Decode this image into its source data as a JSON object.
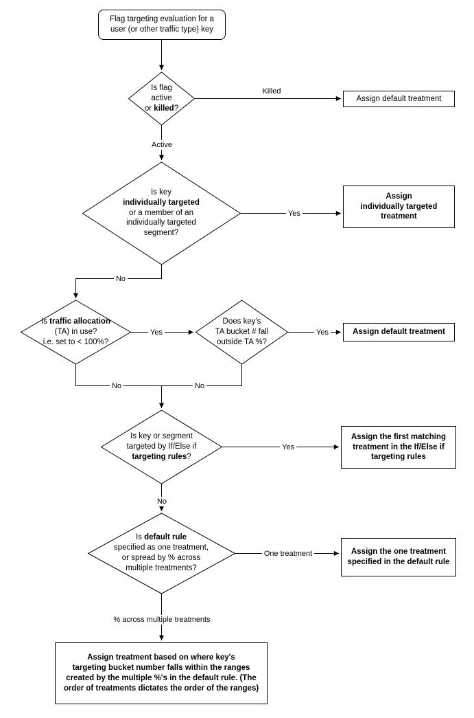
{
  "colors": {
    "stroke": "#000000",
    "node_fill": "#ffffff",
    "text": "#000000"
  },
  "nodes": {
    "start": {
      "lines": [
        [
          {
            "t": "Flag targeting evaluation for a"
          }
        ],
        [
          {
            "t": "user (or other traffic type) key"
          }
        ]
      ]
    },
    "flag_active_decision": {
      "lines": [
        [
          {
            "t": "Is flag"
          }
        ],
        [
          {
            "t": "active"
          }
        ],
        [
          {
            "t": "or "
          },
          {
            "t": "killed",
            "b": true
          },
          {
            "t": "?"
          }
        ]
      ]
    },
    "assign_default_killed": {
      "lines": [
        [
          {
            "t": "Assign default treatment"
          }
        ]
      ]
    },
    "individually_targeted_decision": {
      "lines": [
        [
          {
            "t": "Is key"
          }
        ],
        [
          {
            "t": "individually targeted",
            "b": true
          }
        ],
        [
          {
            "t": "or a member of an"
          }
        ],
        [
          {
            "t": "individually targeted"
          }
        ],
        [
          {
            "t": "segment?"
          }
        ]
      ]
    },
    "assign_individually_targeted": {
      "lines": [
        [
          {
            "t": "Assign",
            "b": true
          }
        ],
        [
          {
            "t": "individually targeted",
            "b": true
          }
        ],
        [
          {
            "t": "treatment",
            "b": true
          }
        ]
      ]
    },
    "traffic_allocation_decision": {
      "lines": [
        [
          {
            "t": "Is "
          },
          {
            "t": "traffic allocation",
            "b": true
          }
        ],
        [
          {
            "t": "(TA) in use?"
          }
        ],
        [
          {
            "t": "i.e. set to < 100%?"
          }
        ]
      ]
    },
    "ta_bucket_decision": {
      "lines": [
        [
          {
            "t": "Does key's"
          }
        ],
        [
          {
            "t": "TA bucket # fall"
          }
        ],
        [
          {
            "t": "outside TA %?"
          }
        ]
      ]
    },
    "assign_default_ta": {
      "lines": [
        [
          {
            "t": "Assign default treatment",
            "b": true
          }
        ]
      ]
    },
    "targeting_rules_decision": {
      "lines": [
        [
          {
            "t": "Is key or segment"
          }
        ],
        [
          {
            "t": "targeted by If/Else if"
          }
        ],
        [
          {
            "t": "targeting rules",
            "b": true
          },
          {
            "t": "?"
          }
        ]
      ]
    },
    "assign_first_matching": {
      "lines": [
        [
          {
            "t": "Assign the first matching",
            "b": true
          }
        ],
        [
          {
            "t": "treatment in the If/Else if",
            "b": true
          }
        ],
        [
          {
            "t": "targeting rules",
            "b": true
          }
        ]
      ]
    },
    "default_rule_decision": {
      "lines": [
        [
          {
            "t": "Is "
          },
          {
            "t": "default rule",
            "b": true
          }
        ],
        [
          {
            "t": "specified as one treatment,"
          }
        ],
        [
          {
            "t": "or spread by % across"
          }
        ],
        [
          {
            "t": "multiple treatments?"
          }
        ]
      ]
    },
    "assign_one_treatment": {
      "lines": [
        [
          {
            "t": "Assign the one treatment",
            "b": true
          }
        ],
        [
          {
            "t": "specified in the default rule",
            "b": true
          }
        ]
      ]
    },
    "assign_by_ranges": {
      "lines": [
        [
          {
            "t": "Assign treatment based on where key's",
            "b": true
          }
        ],
        [
          {
            "t": "targeting bucket number falls within the ranges",
            "b": true
          }
        ],
        [
          {
            "t": "created by the multiple %'s in the default rule. (The",
            "b": true
          }
        ],
        [
          {
            "t": "order of treatments dictates the order of the ranges)",
            "b": true
          }
        ]
      ]
    }
  },
  "edge_labels": {
    "killed": "Killed",
    "active": "Active",
    "yes": "Yes",
    "no": "No",
    "one_treatment": "One treatment",
    "percent_across": "% across multiple treatments"
  }
}
